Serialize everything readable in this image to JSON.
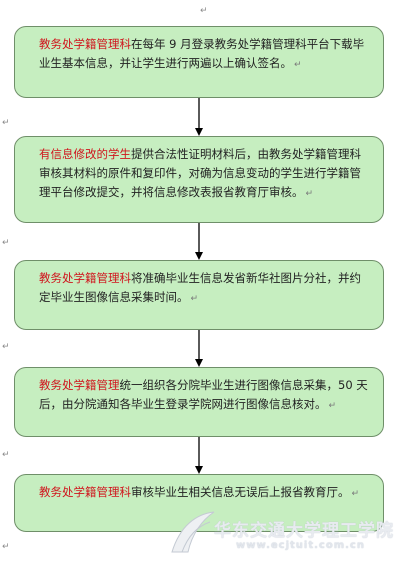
{
  "top_mark": "↵",
  "return_glyph": "↵",
  "steps": [
    {
      "highlight": "教务处学籍管理科",
      "text": "在每年 9 月登录教务处学籍管理科平台下载毕业生基本信息，并让学生进行两遍以上确认签名。"
    },
    {
      "highlight": "有信息修改的学生",
      "text": "提供合法性证明材料后，由教务处学籍管理科审核其材料的原件和复印件，对确为信息变动的学生进行学籍管理平台修改提交，并将信息修改表报省教育厅审核。"
    },
    {
      "highlight": "教务处学籍管理科",
      "text": "将准确毕业生信息发省新华社图片分社，并约定毕业生图像信息采集时间。"
    },
    {
      "highlight": "教务处学籍管理",
      "text": "统一组织各分院毕业生进行图像信息采集，50 天后，由分院通知各毕业生登录学院网进行图像信息核对。"
    },
    {
      "highlight": "教务处学籍管理科",
      "text": "审核毕业生相关信息无误后上报省教育厅。"
    }
  ],
  "watermark": {
    "text": "华东交通大学理工学院",
    "url": "www.ecjtuit.com.cn"
  },
  "colors": {
    "box_fill": "#c6eec0",
    "box_border": "#6f8f69",
    "highlight": "#d0141c",
    "arrow": "#000000"
  }
}
